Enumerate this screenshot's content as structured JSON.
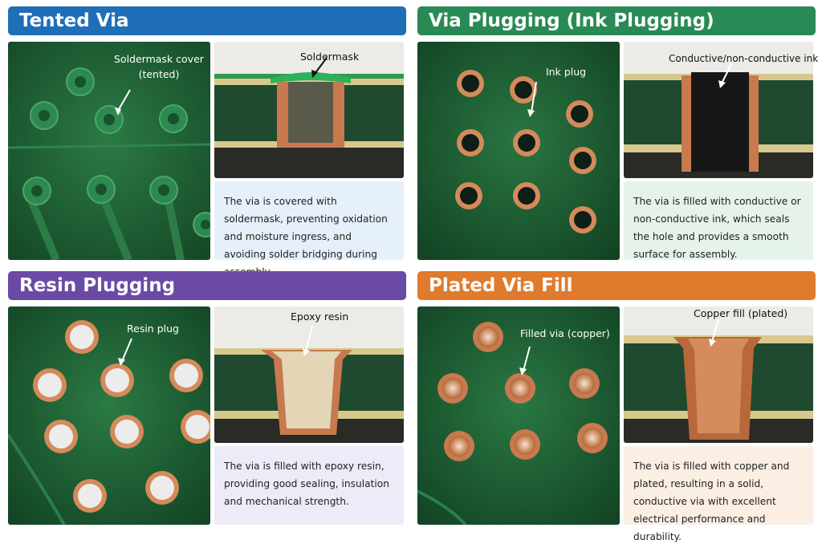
{
  "colors": {
    "tented": "#1f6fb8",
    "ink": "#2a8a55",
    "resin": "#6a4aa6",
    "plated": "#e07a2c",
    "desc_bg_tented": "#e6f0fa",
    "desc_bg_ink": "#e6f3ea",
    "desc_bg_resin": "#eeeaf7",
    "desc_bg_plated": "#fbeee3",
    "board_green": "#1d5e32",
    "copper": "#c9794e"
  },
  "panels": [
    {
      "title": "Tented Via",
      "photo_callout": "Soldermask cover\n(tented)",
      "section_label": "Soldermask",
      "description": "The via is covered with soldermask, preventing oxidation and moisture ingress, and avoiding solder bridging during assembly."
    },
    {
      "title": "Via Plugging (Ink Plugging)",
      "photo_callout": "Ink plug",
      "section_label": "Conductive/non-conductive ink",
      "description": "The via is filled with conductive or non-conductive ink, which seals the hole and provides a smooth surface for assembly."
    },
    {
      "title": "Resin Plugging",
      "photo_callout": "Resin plug",
      "section_label": "Epoxy resin",
      "description": "The via is filled with epoxy resin, providing good sealing, insulation and mechanical strength."
    },
    {
      "title": "Plated Via Fill",
      "photo_callout": "Filled via (copper)",
      "section_label": "Copper fill (plated)",
      "description": "The via is filled with copper and plated, resulting in a solid, conductive via with excellent electrical performance and durability."
    }
  ]
}
